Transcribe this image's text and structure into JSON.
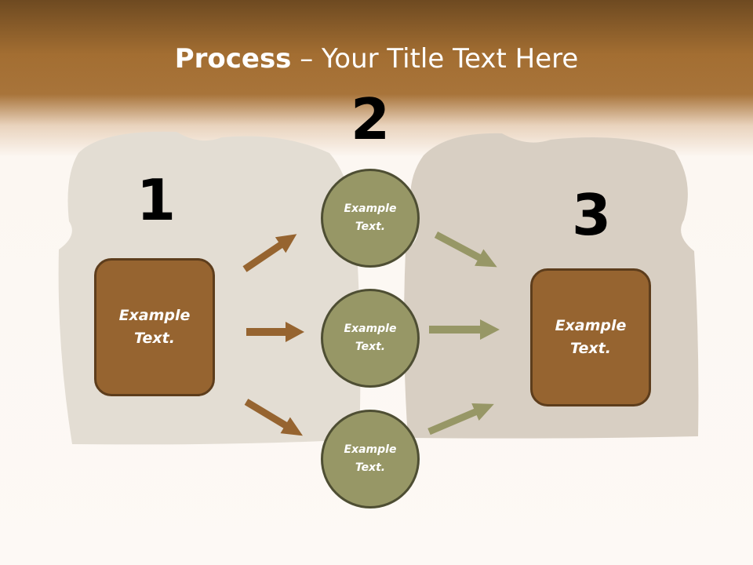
{
  "title": {
    "bold": "Process",
    "rest": " – Your Title Text Here"
  },
  "steps": {
    "one": "1",
    "two": "2",
    "three": "3"
  },
  "left_box": {
    "text": "Example\nText."
  },
  "right_box": {
    "text": "Example\nText."
  },
  "circles": [
    {
      "text": "Example\nText."
    },
    {
      "text": "Example\nText."
    },
    {
      "text": "Example\nText."
    }
  ],
  "colors": {
    "box_fill": "#966430",
    "box_border": "#5d3d1c",
    "circle_fill": "#979766",
    "circle_border": "#4e4e33",
    "arrow_brown": "#966430",
    "arrow_olive": "#979766"
  }
}
